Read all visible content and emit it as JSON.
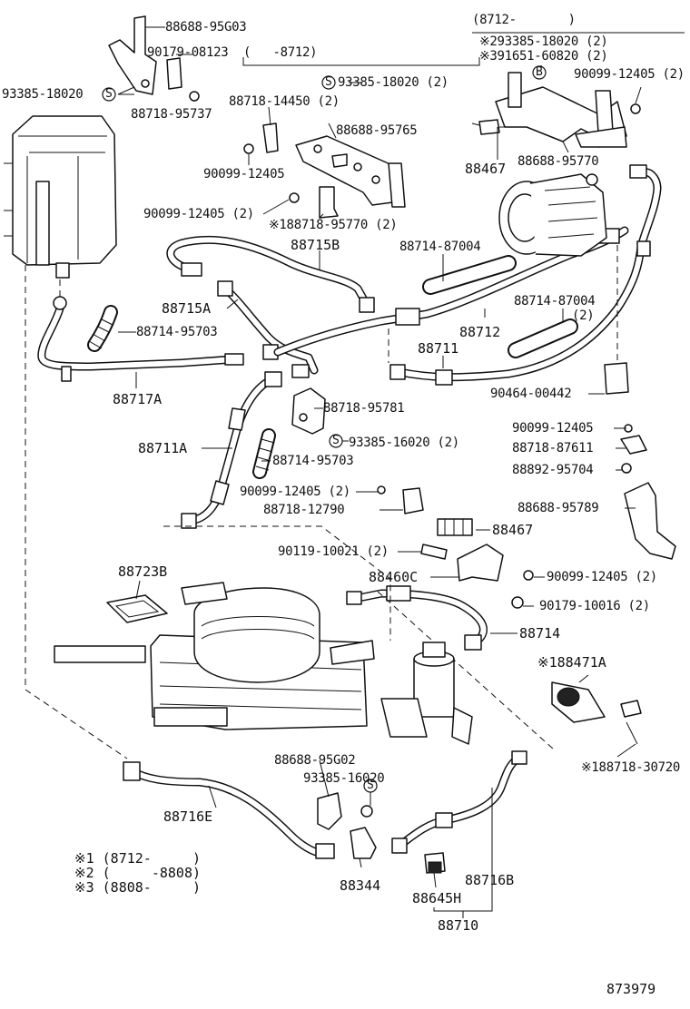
{
  "labels": {
    "p_88688_95G03": "88688-95G03",
    "p_90179_08123": "90179-08123",
    "p_8712_range": "(   -8712)",
    "p_93385_18020_left": "93385-18020",
    "p_88718_95737": "88718-95737",
    "p_93385_18020_2": "93385-18020 (2)",
    "p_88718_14450": "88718-14450 (2)",
    "p_88688_95765": "88688-95765",
    "p_90099_12405_a": "90099-12405",
    "p_90099_12405_2a": "90099-12405 (2)",
    "p_188718_95770": "※188718-95770 (2)",
    "p_8712_from": "(8712-       )",
    "p_293385_18020": "※293385-18020 (2)",
    "p_391651_60820": "※391651-60820 (2)",
    "p_90099_12405_2b": "90099-12405 (2)",
    "p_88467_top": "88467",
    "p_88688_95770": "88688-95770",
    "p_88715B": "88715B",
    "p_88714_87004_a": "88714-87004",
    "p_88714_87004_b": "88714-87004",
    "p_two": "(2)",
    "p_88715A": "88715A",
    "p_88714_95703_a": "88714-95703",
    "p_88712": "88712",
    "p_88711": "88711",
    "p_90464_00442": "90464-00442",
    "p_88717A": "88717A",
    "p_88718_95781": "88718-95781",
    "p_93385_16020_2": "93385-16020 (2)",
    "p_88711A": "88711A",
    "p_88714_95703_b": "88714-95703",
    "p_90099_12405_c": "90099-12405",
    "p_88718_87611": "88718-87611",
    "p_88892_95704": "88892-95704",
    "p_90099_12405_2c": "90099-12405 (2)",
    "p_88718_12790": "88718-12790",
    "p_88688_95789": "88688-95789",
    "p_88467_mid": "88467",
    "p_90119_10021": "90119-10021 (2)",
    "p_88460C": "88460C",
    "p_90099_12405_2d": "90099-12405 (2)",
    "p_88723B": "88723B",
    "p_90179_10016": "90179-10016 (2)",
    "p_88714": "88714",
    "p_188471A": "※188471A",
    "p_88688_95G02": "88688-95G02",
    "p_93385_16020": "93385-16020",
    "p_188718_30720": "※188718-30720",
    "p_88716E": "88716E",
    "p_88344": "88344",
    "p_88645H": "88645H",
    "p_88716B": "88716B",
    "p_88710": "88710",
    "s_mark": "S",
    "b_mark": "B"
  },
  "legend": {
    "line1": "※1 (8712-     )",
    "line2": "※2 (     -8808)",
    "line3": "※3 (8808-     )"
  },
  "figure_number": "873979"
}
